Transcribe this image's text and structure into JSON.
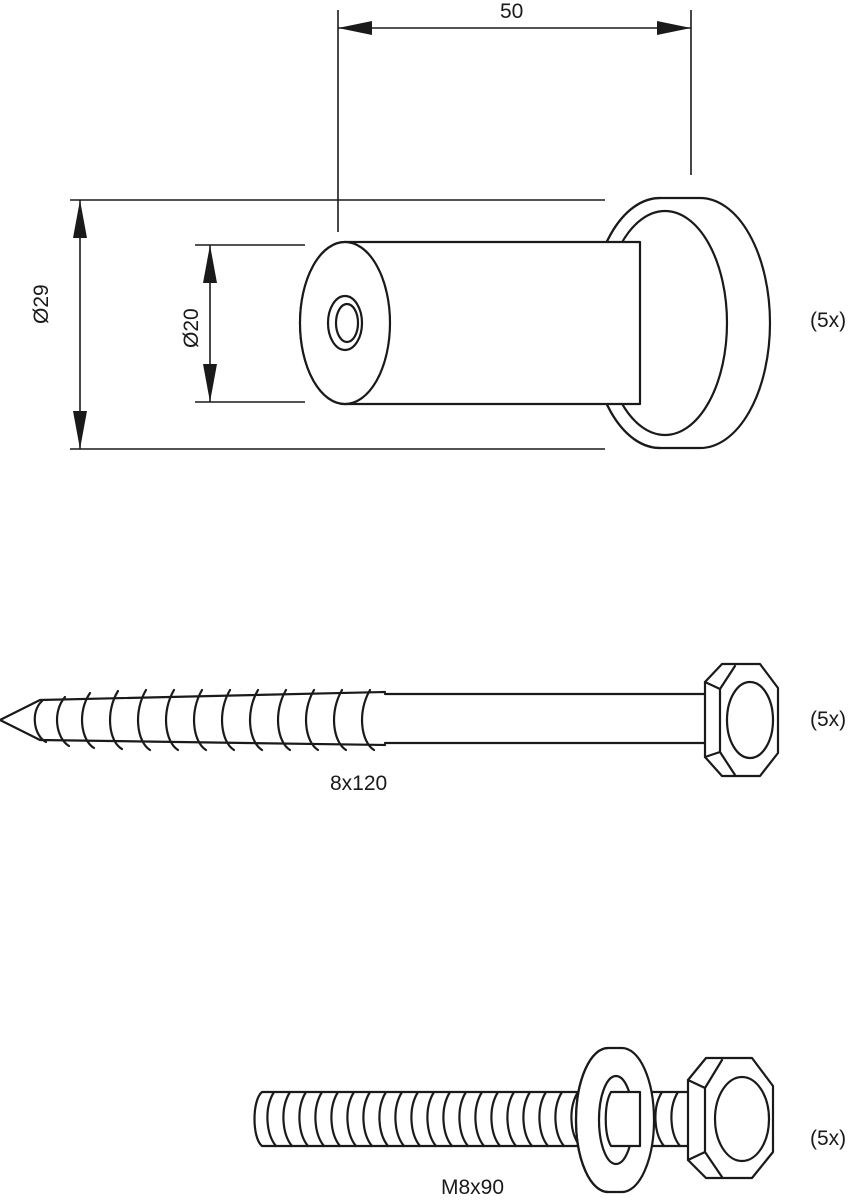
{
  "parts": [
    {
      "name": "spacer",
      "dimensions": {
        "length": "50",
        "outer_diameter": "Ø29",
        "inner_diameter": "Ø20"
      },
      "quantity": "(5x)"
    },
    {
      "name": "lag-screw",
      "size": "8x120",
      "quantity": "(5x)"
    },
    {
      "name": "bolt-with-washer",
      "size": "M8x90",
      "quantity": "(5x)"
    }
  ]
}
